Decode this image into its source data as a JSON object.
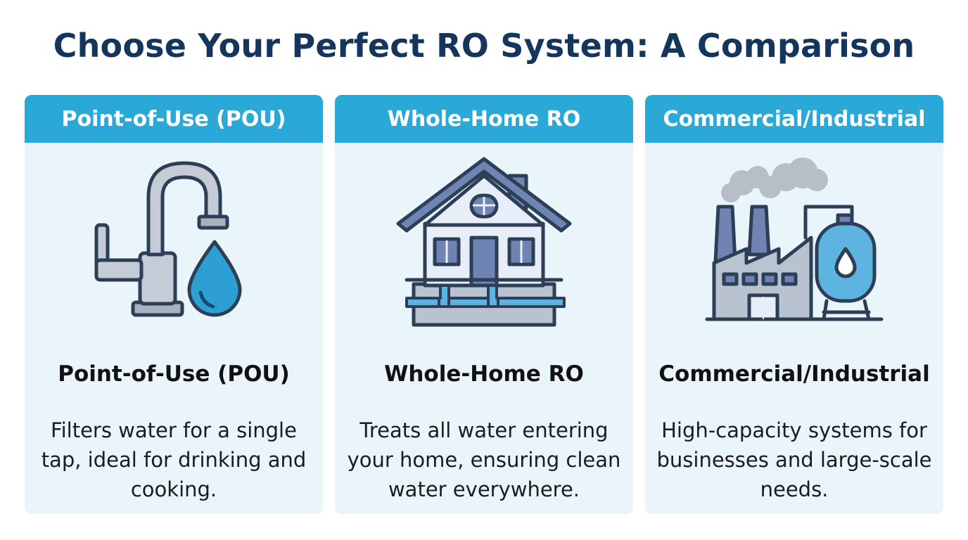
{
  "title": "Choose Your Perfect RO System: A Comparison",
  "colors": {
    "title": "#15365c",
    "header_bg": "#2aa9d8",
    "card_bg": "#e9f4fb",
    "water": "#2e9fd3",
    "outline": "#2c3f57"
  },
  "cards": [
    {
      "header": "Point-of-Use (POU)",
      "icon": "faucet-icon",
      "heading": "Point-of-Use (POU)",
      "description": "Filters water for a single tap, ideal for drinking and cooking."
    },
    {
      "header": "Whole-Home RO",
      "icon": "house-icon",
      "heading": "Whole-Home RO",
      "description": "Treats all water entering your home, ensuring clean water everywhere."
    },
    {
      "header": "Commercial/Industrial",
      "icon": "factory-icon",
      "heading": "Commercial/Industrial",
      "description": "High-capacity systems for businesses and large-scale needs."
    }
  ]
}
